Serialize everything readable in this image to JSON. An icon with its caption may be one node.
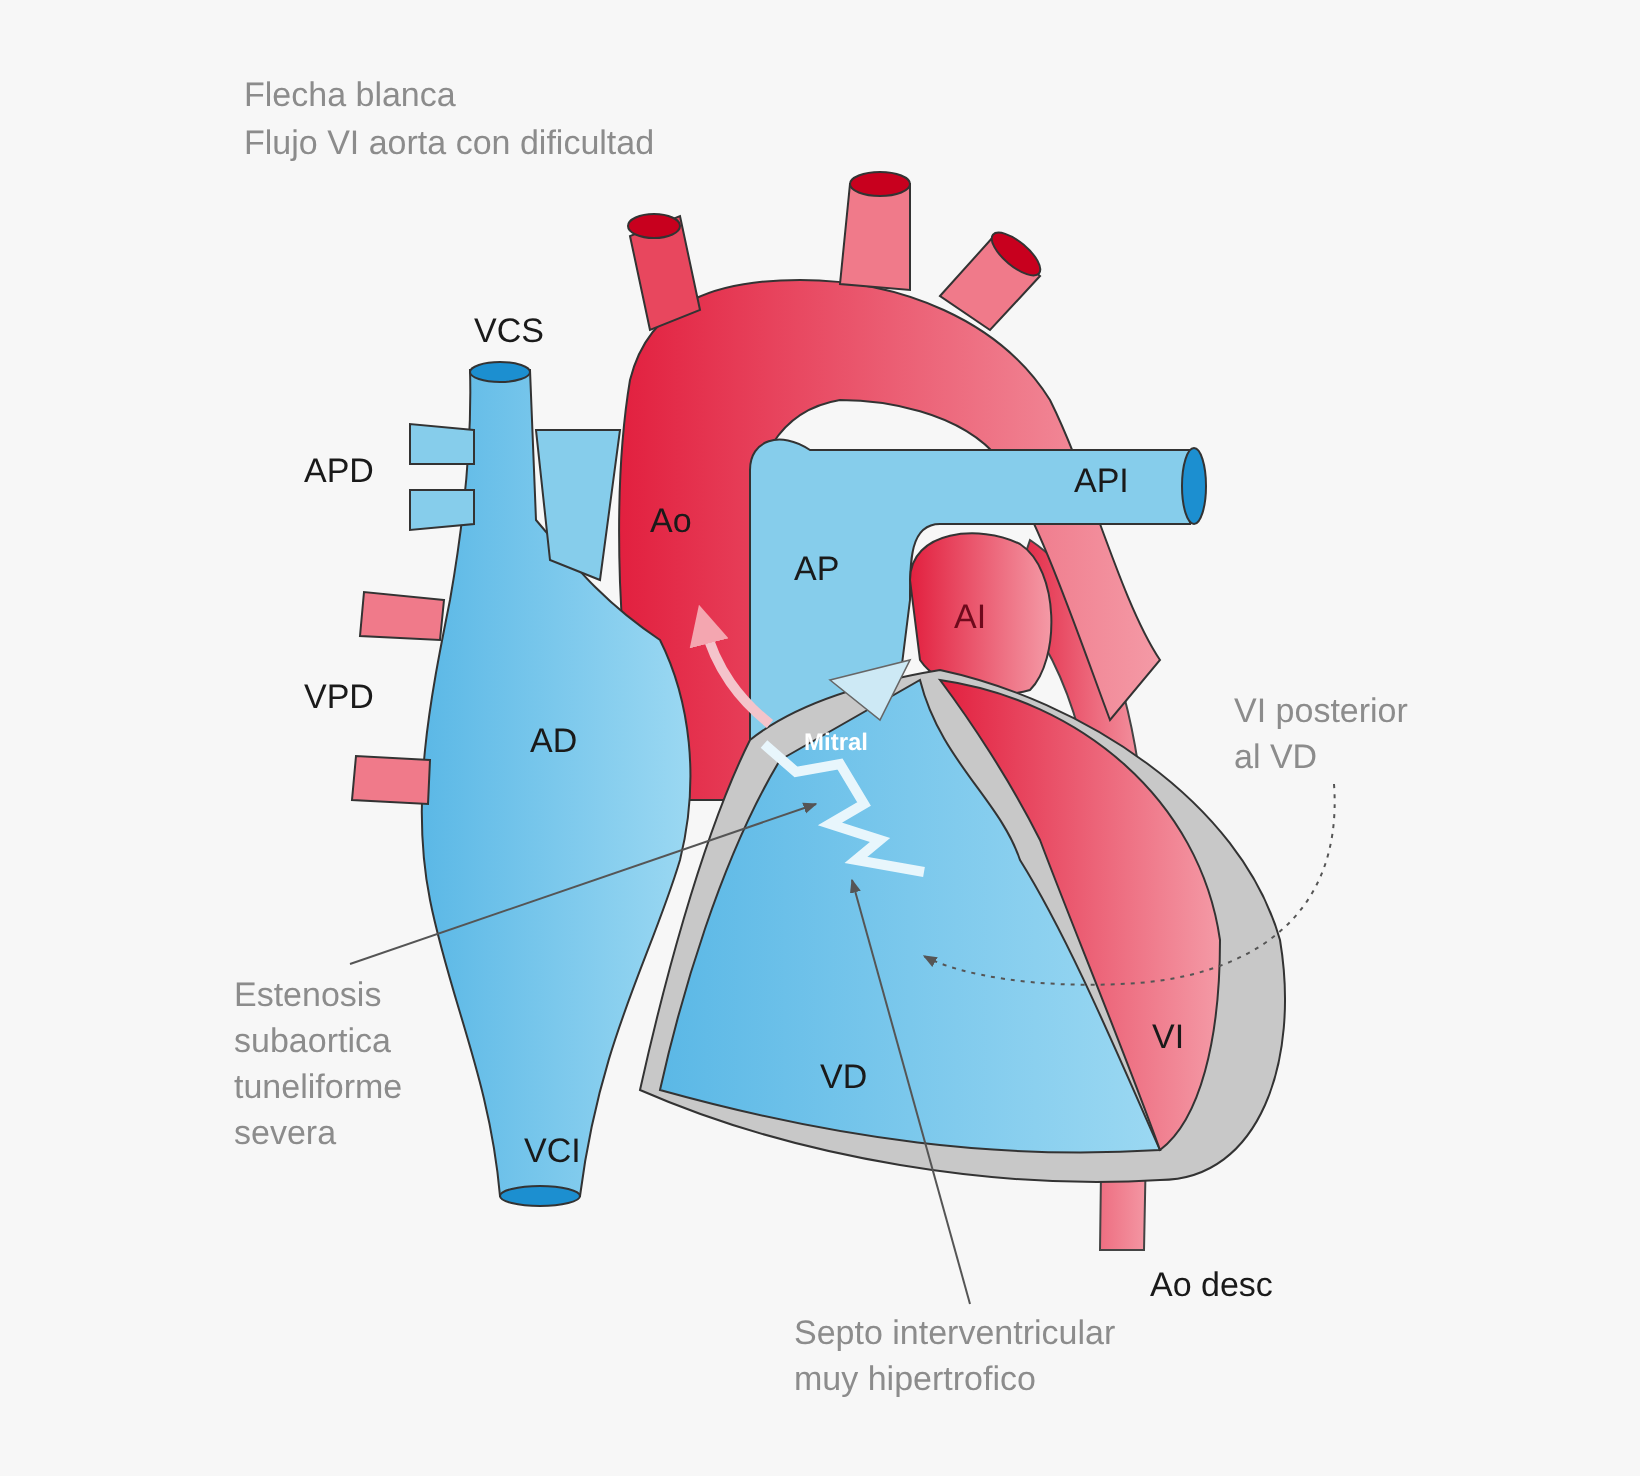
{
  "diagram": {
    "nodes": [
      {
        "text": [
          "VI posterior al VD"
        ]
      },
      {
        "text": [
          "Estenosis subaortica tuneliforme severa"
        ]
      },
      {
        "text": [
          "Septo interventricular muy hipertrofico"
        ]
      }
    ],
    "edges": [
      {
        "from": 0,
        "to": null,
        "arrow": "to",
        "style": "dashed"
      },
      {
        "from": 1,
        "to": null,
        "arrow": "to"
      },
      {
        "from": 2,
        "to": null,
        "arrow": "to"
      }
    ],
    "labels": [
      "Flecha blanca",
      "Flujo VI aorta con dificultad",
      "VCS",
      "APD",
      "API",
      "Ao",
      "AP",
      "AI",
      "VPD",
      "AD",
      "Mitral",
      "VD",
      "VI",
      "VCI",
      "Ao desc"
    ]
  }
}
